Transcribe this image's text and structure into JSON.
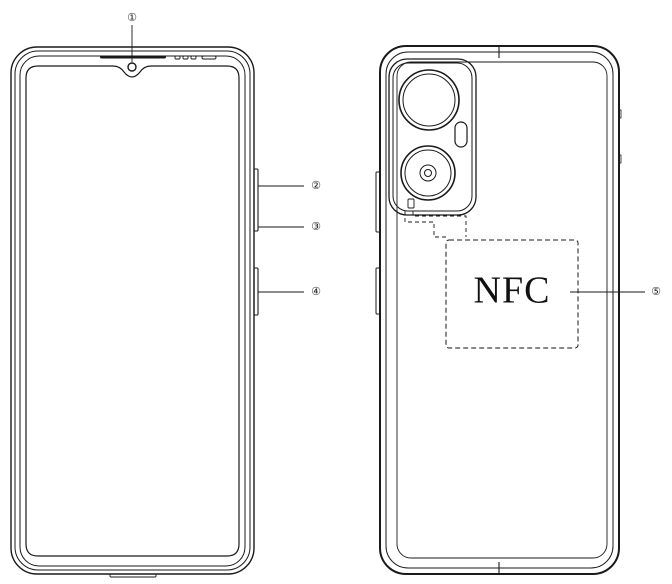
{
  "callouts": [
    {
      "id": "1",
      "label": "①"
    },
    {
      "id": "2",
      "label": "②"
    },
    {
      "id": "3",
      "label": "③"
    },
    {
      "id": "4",
      "label": "④"
    },
    {
      "id": "5",
      "label": "⑤"
    }
  ],
  "nfc_label": "NFC",
  "colors": {
    "line": "#1a1a1a",
    "background": "#ffffff"
  }
}
